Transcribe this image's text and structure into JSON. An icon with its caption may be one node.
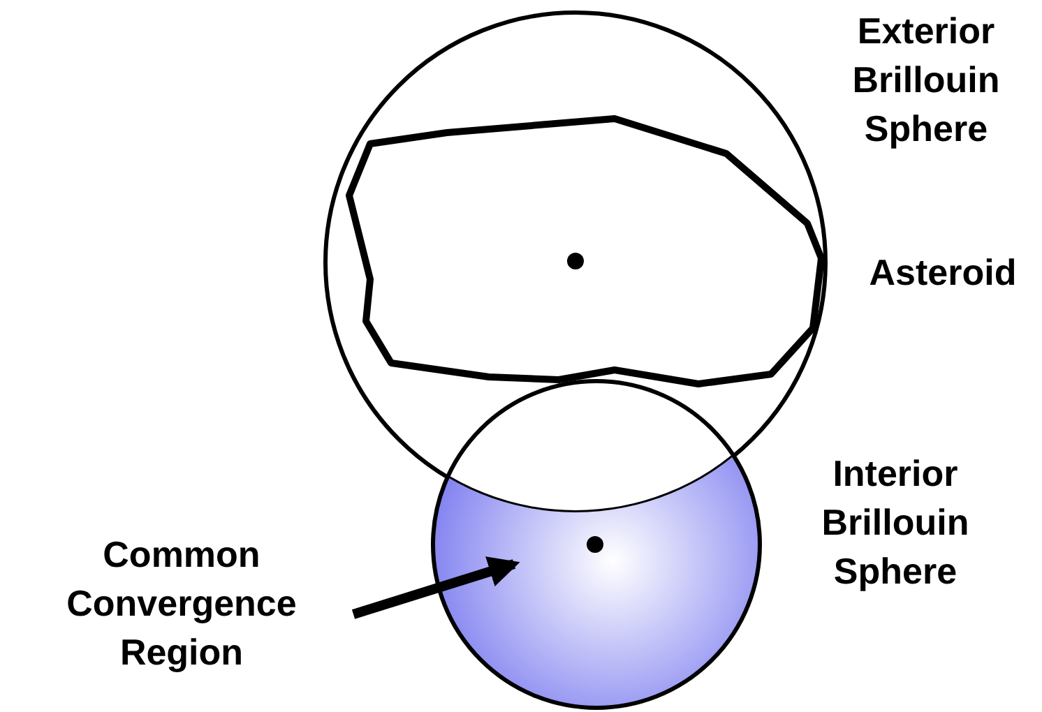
{
  "diagram": {
    "nodes": [
      {
        "text": [
          "Exterior Brillouin Sphere"
        ]
      },
      {
        "text": [
          "Asteroid"
        ],
        "in": 0
      },
      {
        "text": [
          "Interior Brillouin Sphere"
        ]
      },
      {
        "text": [
          "Common Convergence Region"
        ]
      }
    ],
    "edges": [
      {
        "from": 3,
        "to": 2,
        "arrow": "to"
      }
    ]
  }
}
